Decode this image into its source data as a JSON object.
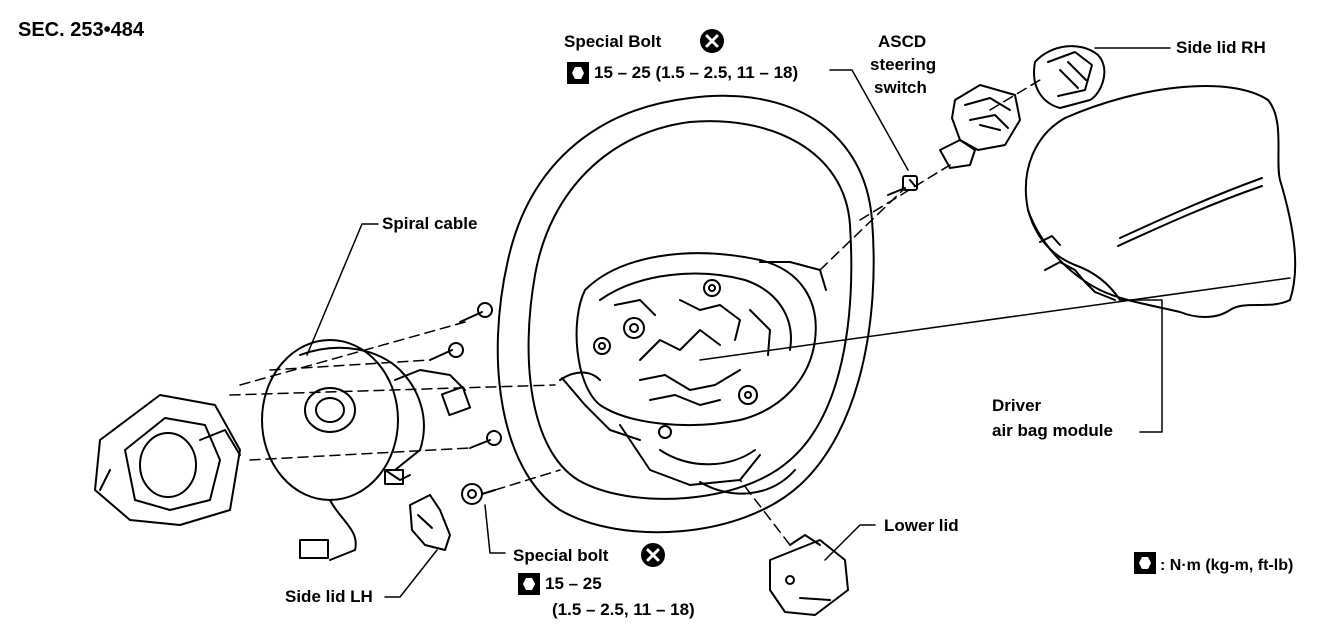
{
  "section": "SEC. 253•484",
  "labels": {
    "special_bolt_top": "Special Bolt",
    "torque_top": "15 – 25 (1.5 – 2.5, 11 – 18)",
    "ascd_1": "ASCD",
    "ascd_2": "steering",
    "ascd_3": "switch",
    "side_lid_rh": "Side lid RH",
    "spiral_cable": "Spiral cable",
    "driver_1": "Driver",
    "driver_2": "air bag module",
    "lower_lid": "Lower lid",
    "special_bolt_bottom": "Special bolt",
    "torque_bottom_1": "15 – 25",
    "torque_bottom_2": "(1.5 – 2.5, 11 – 18)",
    "side_lid_lh": "Side lid LH",
    "legend_units": ": N·m (kg-m, ft-lb)"
  },
  "icons": {
    "torque_wrench": "torque-wrench-icon",
    "replace_mark": "do-not-reuse-x-icon"
  }
}
